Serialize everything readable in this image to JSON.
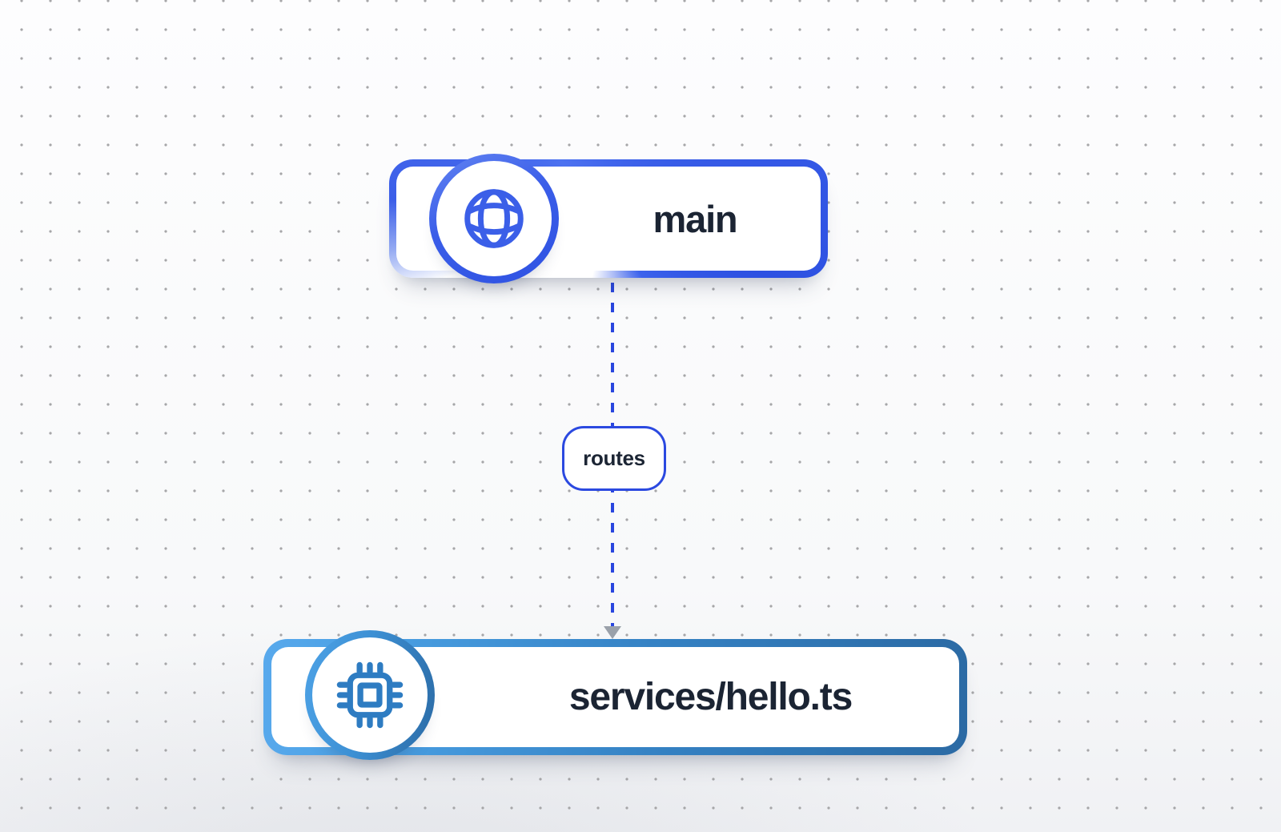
{
  "diagram": {
    "nodes": [
      {
        "id": "main",
        "label": "main",
        "icon": "globe-icon",
        "icon_color": "#3b5fe8",
        "border_accent": "#3b5ee8"
      },
      {
        "id": "services-hello",
        "label": "services/hello.ts",
        "icon": "chip-icon",
        "icon_color": "#2e7cc2",
        "border_accent": "#2b6aa4"
      }
    ],
    "edge": {
      "label": "routes",
      "line_color": "#2946df",
      "arrow_color": "#9aa1aa",
      "label_border_color": "#2b49e0"
    },
    "colors": {
      "node_fill": "#ffffff",
      "text": "#1b2433",
      "background": "#fbfbfc",
      "grid_dot": "#a6a6a8"
    }
  }
}
